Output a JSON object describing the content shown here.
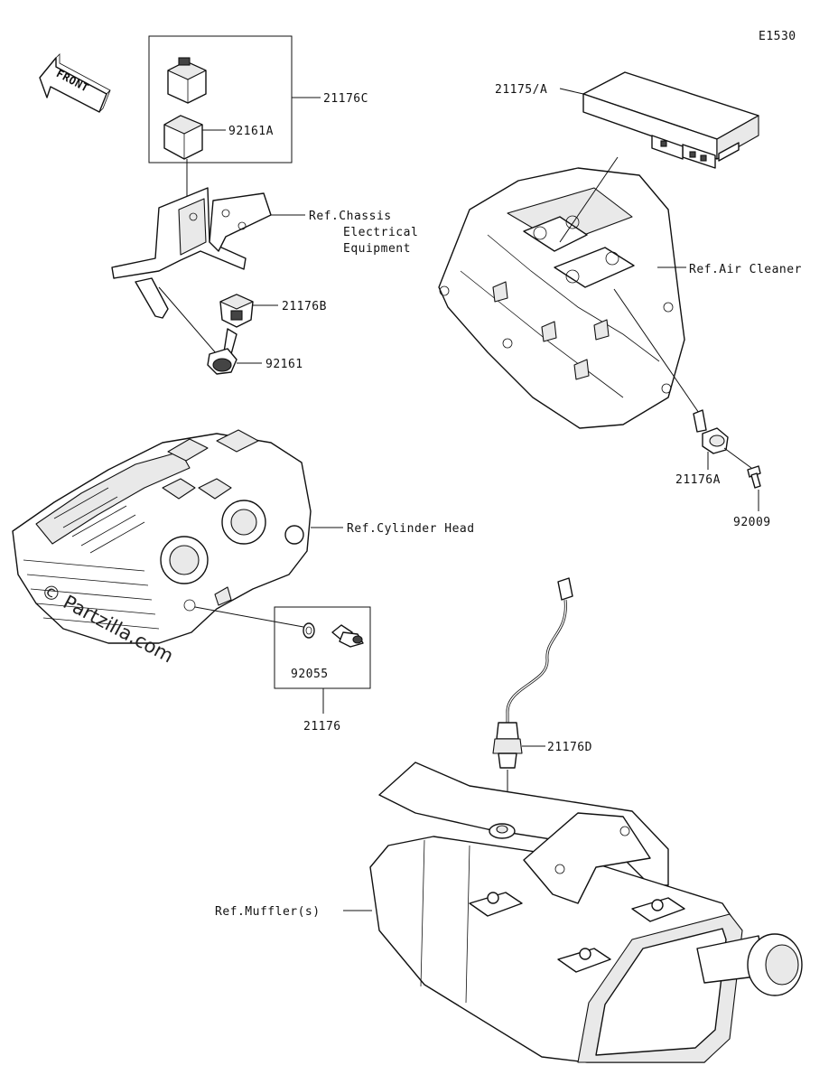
{
  "diagram_code": "E1530",
  "front_label": "FRONT",
  "watermark": "© Partzilla.com",
  "labels": {
    "p21176C": "21176C",
    "p92161A": "92161A",
    "ref_chassis_1": "Ref.Chassis",
    "ref_chassis_2": "Electrical",
    "ref_chassis_3": "Equipment",
    "p21176B": "21176B",
    "p92161": "92161",
    "p21175A": "21175/A",
    "ref_air_cleaner": "Ref.Air Cleaner",
    "p21176A": "21176A",
    "p92009": "92009",
    "ref_cylinder_head": "Ref.Cylinder Head",
    "p92055": "92055",
    "p21176": "21176",
    "p21176D": "21176D",
    "ref_mufflers": "Ref.Muffler(s)"
  }
}
